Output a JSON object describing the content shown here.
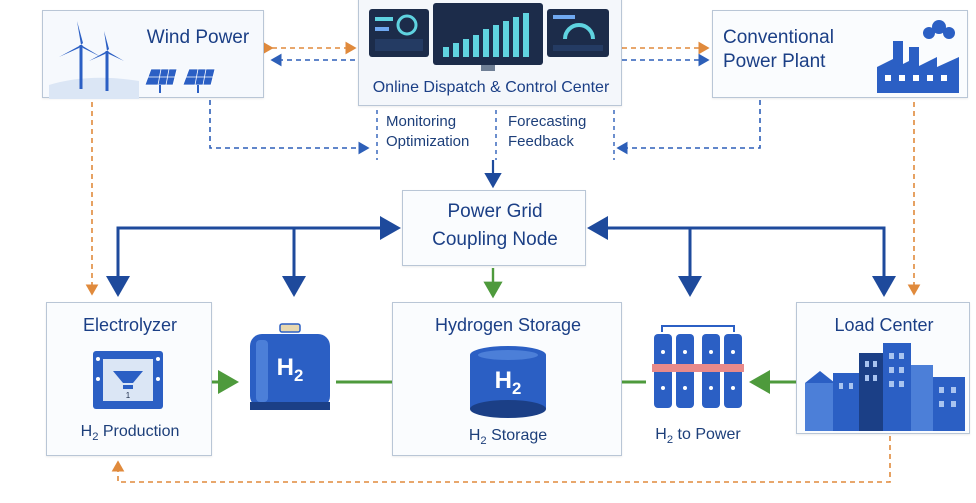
{
  "nodes": {
    "wind": {
      "label": "Wind Power"
    },
    "control": {
      "label": "Online Dispatch & Control Center"
    },
    "conventional": {
      "line1": "Conventional",
      "line2": "Power Plant"
    },
    "grid": {
      "line1": "Power Grid",
      "line2": "Coupling Node"
    },
    "electrolyzer": {
      "label": "Electrolyzer",
      "caption_main": "H",
      "caption_sub": "2",
      "caption_rest": " Production",
      "icon_mark": "1"
    },
    "h2_tank": {
      "symbol": "H",
      "symbol_sub": "2"
    },
    "storage": {
      "label": "Hydrogen Storage",
      "symbol": "H",
      "symbol_sub": "2",
      "caption_main": "H",
      "caption_sub": "2",
      "caption_rest": " Storage"
    },
    "h2_power": {
      "caption_main": "H",
      "caption_sub": "2",
      "caption_rest": " to Power"
    },
    "load": {
      "label": "Load Center"
    }
  },
  "functions": {
    "left": [
      "Monitoring",
      "Optimization"
    ],
    "right": [
      "Forecasting",
      "Feedback"
    ]
  },
  "colors": {
    "power_flow": "#1e4a9c",
    "hydrogen_flow": "#4e9a3c",
    "info_flow": "#e08a3c",
    "control_flow": "#2d5fb8",
    "icon_blue": "#2b5fc4"
  }
}
